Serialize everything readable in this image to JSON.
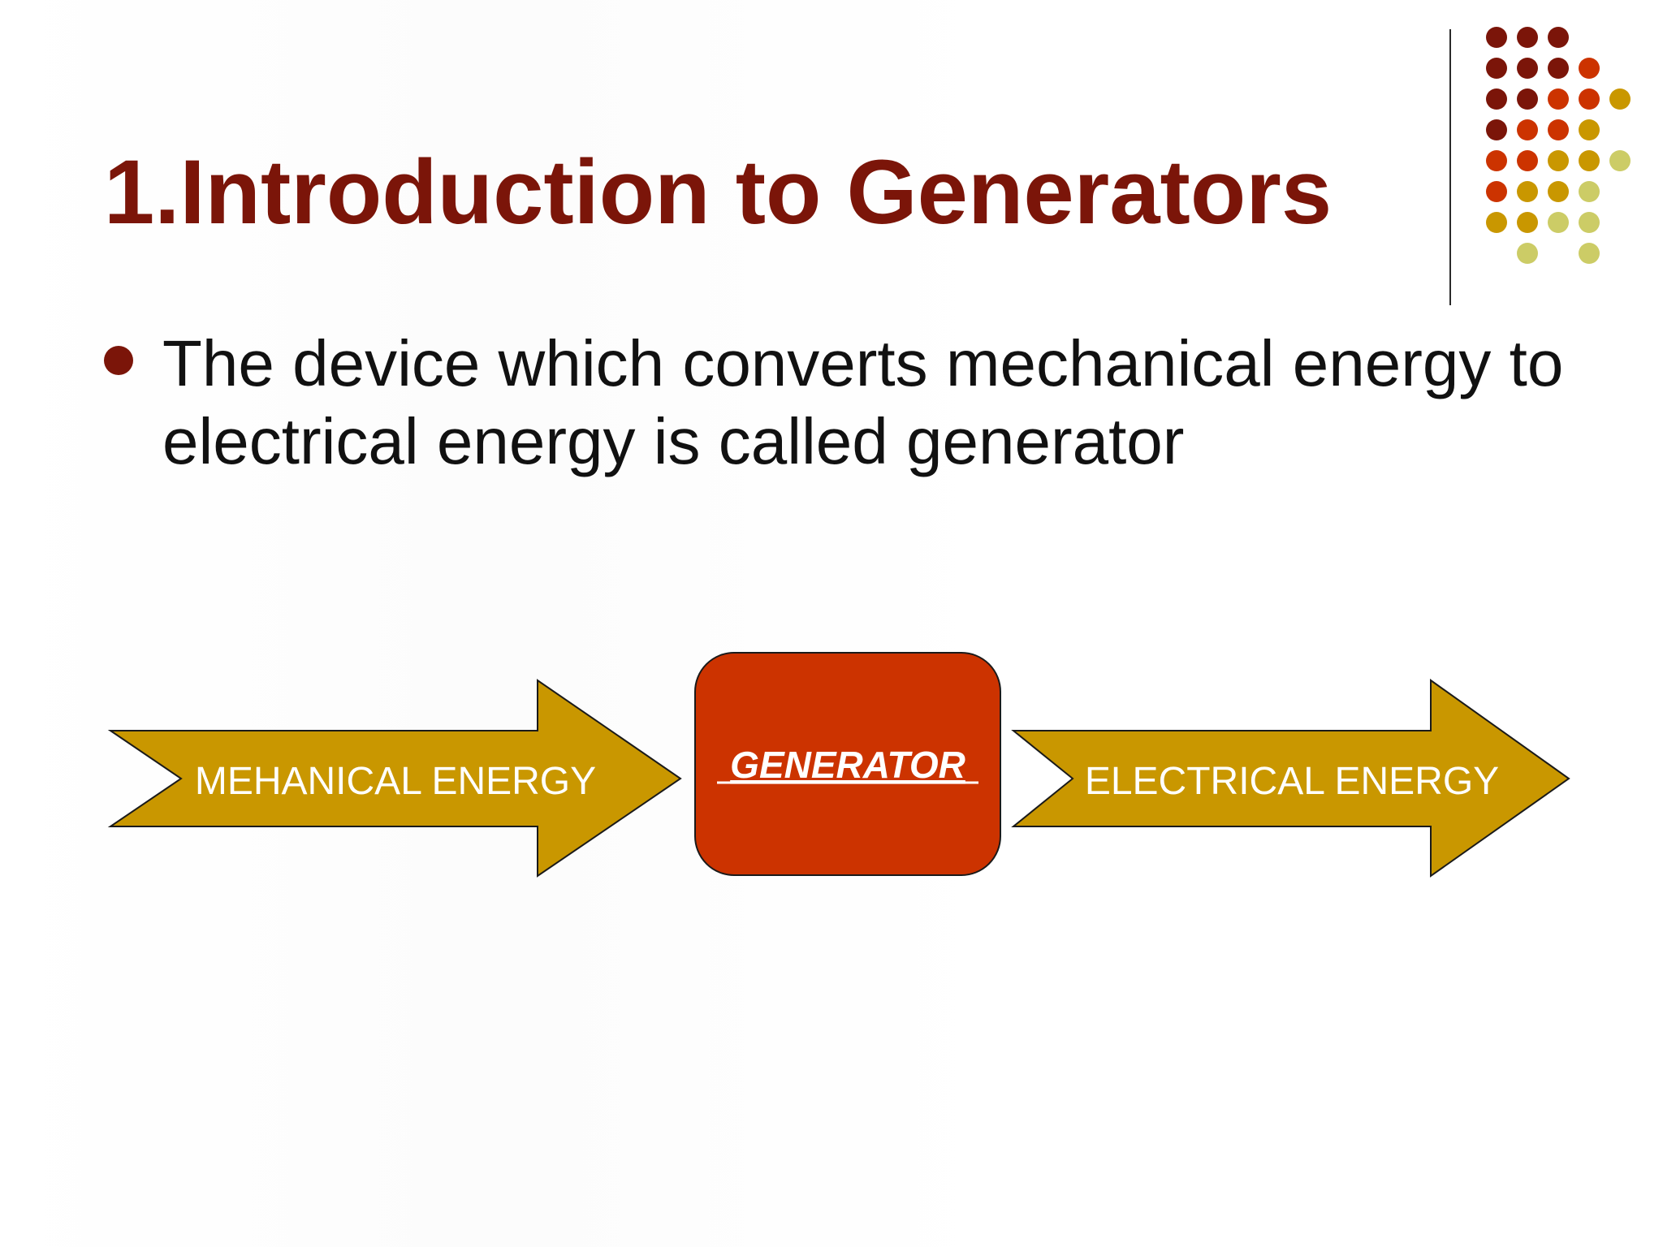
{
  "slide": {
    "title": "1.Introduction to Generators",
    "bullet": "The device which converts mechanical energy to electrical energy is called generator"
  },
  "diagram": {
    "input_arrow_label": "MEHANICAL ENERGY",
    "box_label": "GENERATOR",
    "output_arrow_label": "ELECTRICAL ENERGY"
  },
  "colors": {
    "title": "#7b1509",
    "arrow_fill": "#c99700",
    "box_fill": "#cc3300",
    "dot_palette": [
      "#7b1509",
      "#cc3300",
      "#c99700",
      "#cccc66"
    ]
  }
}
